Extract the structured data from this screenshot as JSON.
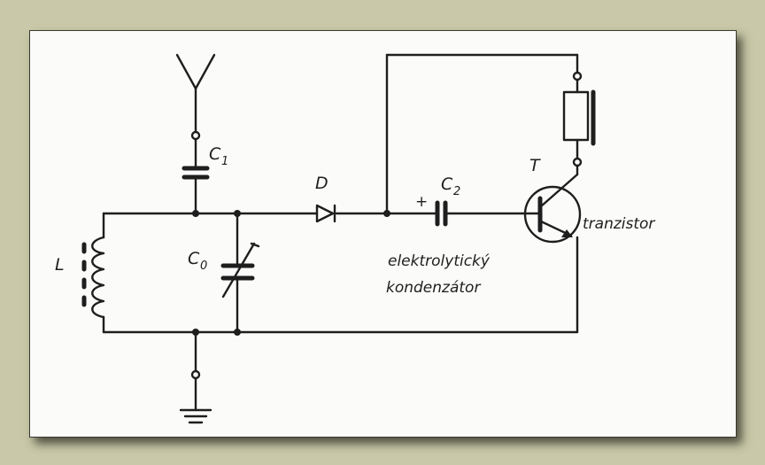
{
  "labels": {
    "c1": "C",
    "c1_sub": "1",
    "c0": "C",
    "c0_sub": "0",
    "c2": "C",
    "c2_sub": "2",
    "c2_plus": "+",
    "diode": "D",
    "coil": "L",
    "transistor": "T",
    "transistor_text": "tranzistor",
    "electrolytic_line1": "elektrolytický",
    "electrolytic_line2": "kondenzátor"
  },
  "colors": {
    "background": "#c9c9a9",
    "paper": "#fbfbf9",
    "ink": "#1e1e1e"
  },
  "icons": {
    "antenna": "antenna-icon",
    "ground": "ground-icon",
    "headphone": "headphone-icon"
  }
}
